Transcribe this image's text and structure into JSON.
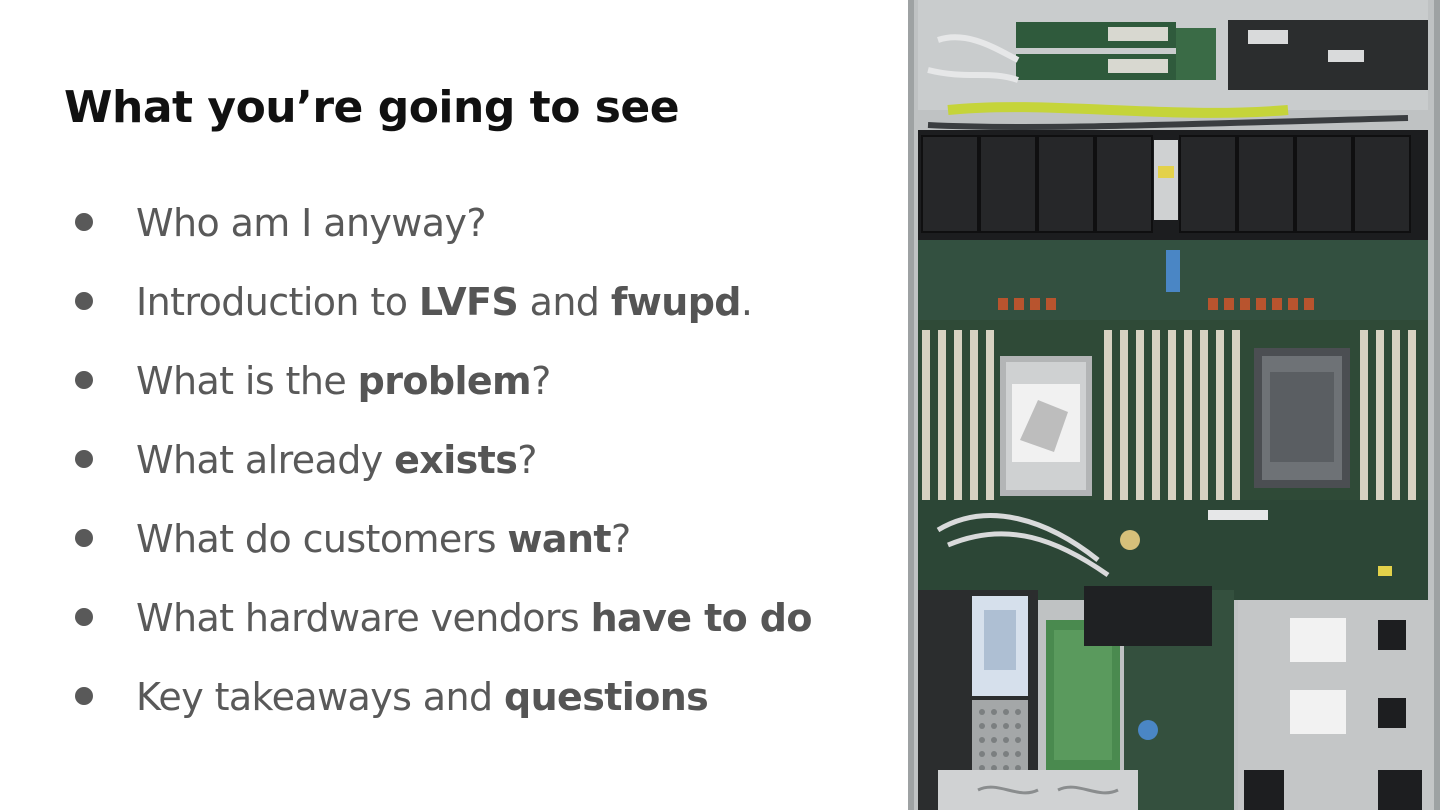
{
  "slide": {
    "title": "What you’re going to see",
    "bullets": [
      {
        "parts": [
          {
            "t": "Who am I anyway?"
          }
        ]
      },
      {
        "parts": [
          {
            "t": "Introduction to "
          },
          {
            "t": "LVFS",
            "b": true
          },
          {
            "t": " and "
          },
          {
            "t": "fwupd",
            "b": true
          },
          {
            "t": "."
          }
        ]
      },
      {
        "parts": [
          {
            "t": "What is the "
          },
          {
            "t": "problem",
            "b": true
          },
          {
            "t": "?"
          }
        ]
      },
      {
        "parts": [
          {
            "t": "What already "
          },
          {
            "t": "exists",
            "b": true
          },
          {
            "t": "?"
          }
        ]
      },
      {
        "parts": [
          {
            "t": "What do customers "
          },
          {
            "t": "want",
            "b": true
          },
          {
            "t": "?"
          }
        ]
      },
      {
        "parts": [
          {
            "t": "What hardware vendors "
          },
          {
            "t": "have to do",
            "b": true
          }
        ]
      },
      {
        "parts": [
          {
            "t": "Key takeaways and "
          },
          {
            "t": "questions",
            "b": true
          }
        ]
      }
    ],
    "bullet_glyph": "bullet-dot-icon",
    "photo": {
      "icon": "server-motherboard-photo",
      "colors": {
        "chassis": "#b9bcbd",
        "pcb": "#2f4a37",
        "fan": "#1e1f21",
        "dimm_slot": "#d8d2c2",
        "cable_yellow": "#c5d43a"
      }
    }
  }
}
